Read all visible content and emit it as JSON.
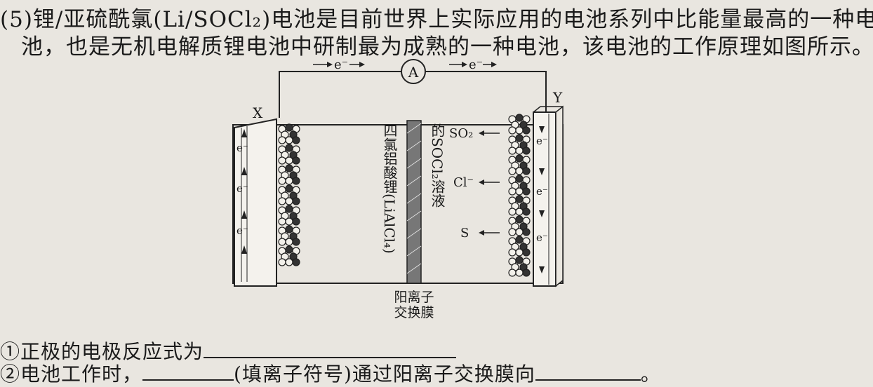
{
  "question": {
    "line1": "(5)锂/亚硫酰氯(Li/SOCl₂)电池是目前世界上实际应用的电池系列中比能量最高的一种电",
    "line2": "池，也是无机电解质锂电池中研制最为成熟的一种电池，该电池的工作原理如图所示。",
    "q1_text": "①正极的电极反应式为",
    "q2_part1": "②电池工作时，",
    "q2_part2": "(填离子符号)通过阳离子交换膜向",
    "q2_end": "。"
  },
  "diagram": {
    "ammeter_label": "A",
    "wire_electron_left": "e⁻",
    "wire_electron_right": "e⁻",
    "electrode_left_label": "X",
    "electrode_right_label": "Y",
    "left_electrode_electrons": [
      "e⁻",
      "e⁻",
      "e⁻"
    ],
    "right_electrode_electrons": [
      "e⁻",
      "e⁻",
      "e⁻"
    ],
    "left_electrolyte_label": "四氯铝酸锂(LiAlCl₄)",
    "right_electrolyte_label": "的SOCl₂溶液",
    "membrane_label_line1": "阳离子",
    "membrane_label_line2": "交换膜",
    "product_so2": "SO₂",
    "product_cl": "Cl⁻",
    "product_s": "S"
  }
}
